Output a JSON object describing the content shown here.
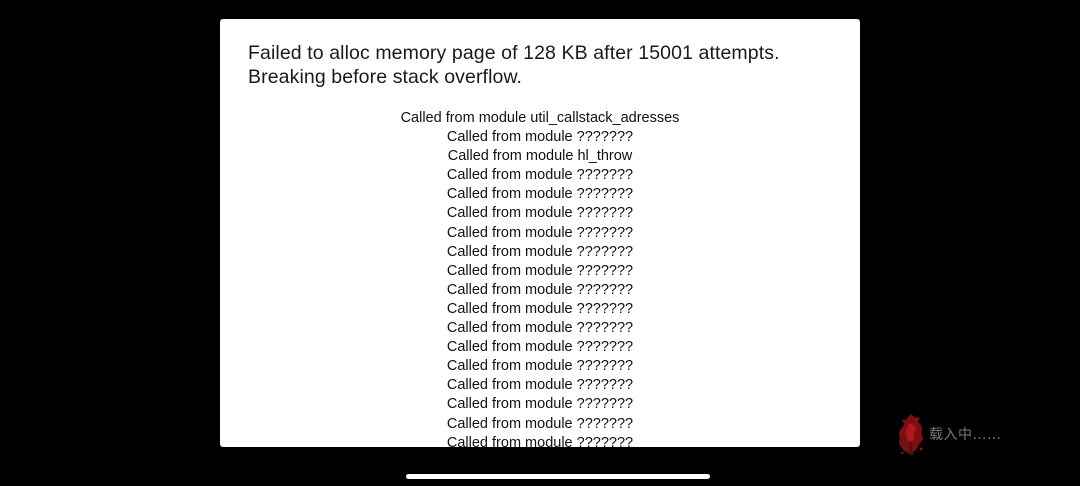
{
  "dialog": {
    "title_line1": "Failed to alloc memory page of 128 KB after 15001 attempts.",
    "title_line2": "Breaking before stack overflow.",
    "stack_lines": [
      "Called from module util_callstack_adresses",
      "Called from module ???????",
      "Called from module hl_throw",
      "Called from module ???????",
      "Called from module ???????",
      "Called from module ???????",
      "Called from module ???????",
      "Called from module ???????",
      "Called from module ???????",
      "Called from module ???????",
      "Called from module ???????",
      "Called from module ???????",
      "Called from module ???????",
      "Called from module ???????",
      "Called from module ???????",
      "Called from module ???????",
      "Called from module ???????",
      "Called from module ???????"
    ]
  },
  "loading": {
    "icon": "red-splash-logo-icon",
    "text": "载入中……",
    "icon_color": "#7a0f14"
  },
  "colors": {
    "background": "#000000",
    "dialog": "#ffffff",
    "text": "#111111",
    "loading_text": "#7a7a7a"
  }
}
